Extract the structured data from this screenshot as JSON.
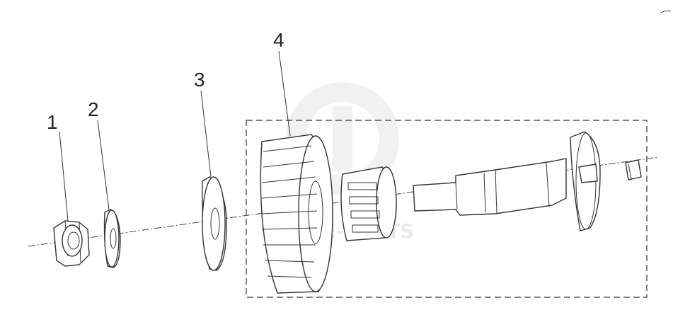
{
  "callouts": [
    "1",
    "2",
    "3",
    "4"
  ],
  "watermark": {
    "text": "DANTE-PARTS",
    "color": "#d9d9d9"
  },
  "parts": [
    {
      "callout": "1",
      "shape": "hex-nut"
    },
    {
      "callout": "2",
      "shape": "small-washer"
    },
    {
      "callout": "3",
      "shape": "large-washer"
    },
    {
      "callout": "4",
      "shape": "gear-assembly"
    }
  ]
}
